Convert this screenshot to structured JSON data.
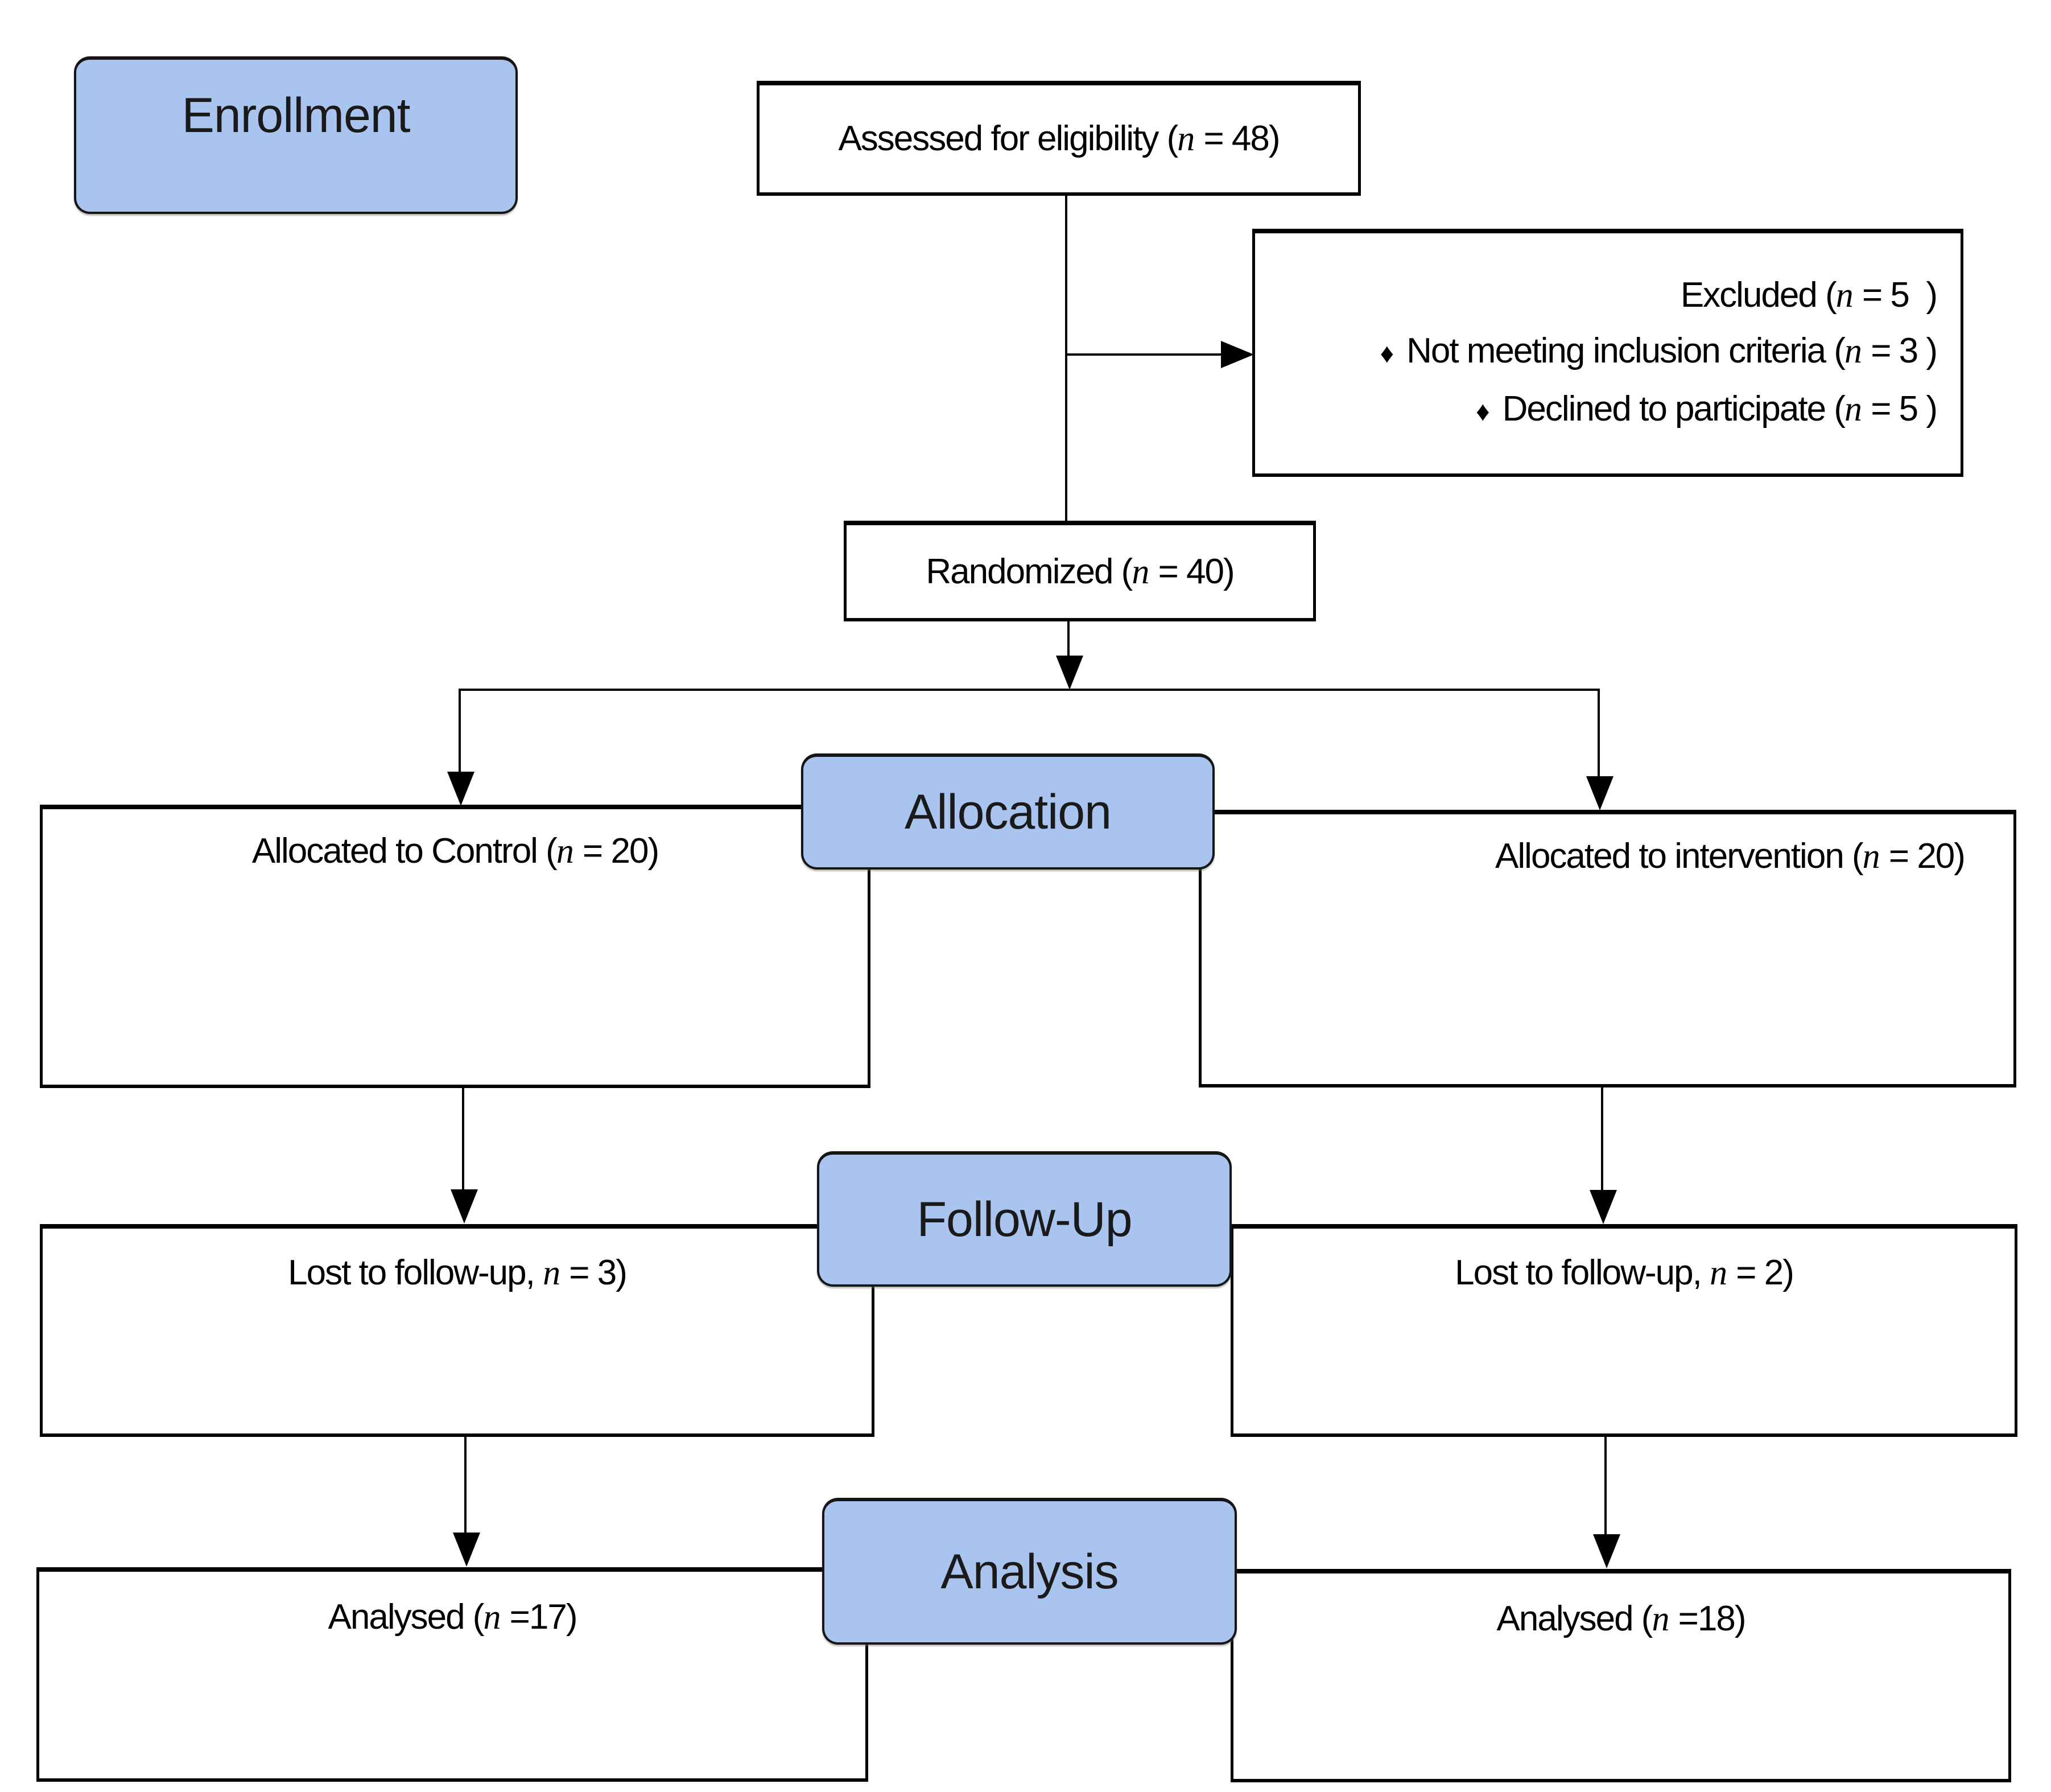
{
  "colors": {
    "background": "#ffffff",
    "stage_fill": "#a9c4ef",
    "stage_border": "#161616",
    "box_border": "#000000",
    "line": "#000000",
    "text": "#000000"
  },
  "stages": {
    "enrollment": {
      "label": "Enrollment"
    },
    "allocation": {
      "label": "Allocation"
    },
    "follow_up": {
      "label": "Follow-Up"
    },
    "analysis": {
      "label": "Analysis"
    }
  },
  "boxes": {
    "assessed": {
      "pre": "Assessed for eligibility (",
      "n": "n",
      "post": " = 48)"
    },
    "excluded": {
      "title": {
        "pre": "Excluded (",
        "n": "n",
        "post": " = 5  )"
      },
      "bullet": "♦",
      "items": [
        {
          "pre": "Not meeting inclusion criteria (",
          "n": "n",
          "post": " = 3 )"
        },
        {
          "pre": "Declined to participate (",
          "n": "n",
          "post": " = 5 )"
        }
      ]
    },
    "randomized": {
      "pre": "Randomized (",
      "n": "n",
      "post": " = 40)"
    },
    "allocated_control": {
      "pre": "Allocated to Control (",
      "n": "n",
      "post": " = 20)"
    },
    "allocated_intervention": {
      "pre": "Allocated to intervention (",
      "n": "n",
      "post": " = 20)"
    },
    "lost_control": {
      "pre": "Lost to follow-up, ",
      "n": "n",
      "post": " = 3)"
    },
    "lost_intervention": {
      "pre": "Lost to follow-up, ",
      "n": "n",
      "post": " = 2)"
    },
    "analysed_control": {
      "pre": "Analysed (",
      "n": "n",
      "post": " =17)"
    },
    "analysed_intervention": {
      "pre": "Analysed (",
      "n": "n",
      "post": " =18)"
    }
  }
}
